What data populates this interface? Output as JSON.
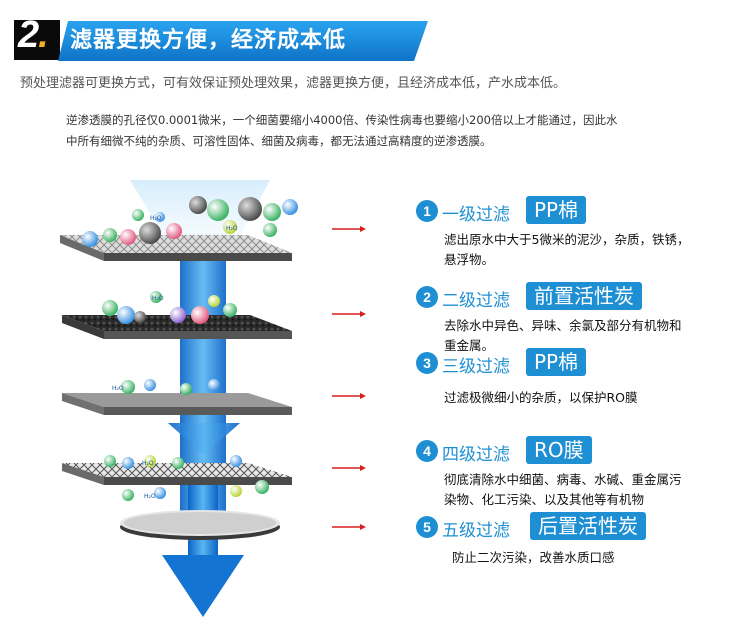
{
  "header": {
    "number": "2",
    "number_dot": ".",
    "title": "滤器更换方便，经济成本低"
  },
  "subtitle": "预处理滤器可更换方式，可有效保证预处理效果，滤器更换方便，且经济成本低，产水成本低。",
  "paragraph": {
    "line1": "逆渗透膜的孔径仅0.0001微米，一个细菌要缩小4000倍、传染性病毒也要缩小200倍以上才能通过，因此水",
    "line2": "中所有细微不纯的杂质、可溶性固体、细菌及病毒，都无法通过高精度的逆渗透膜。"
  },
  "diagram": {
    "molecule_label": "H₂O"
  },
  "steps": [
    {
      "num": "1",
      "level": "一级过滤",
      "name": "PP棉",
      "desc1": "滤出原水中大于5微米的泥沙，杂质，铁锈，",
      "desc2": "悬浮物。"
    },
    {
      "num": "2",
      "level": "二级过滤",
      "name": "前置活性炭",
      "desc1": "去除水中异色、异味、余氯及部分有机物和",
      "desc2": "重金属。"
    },
    {
      "num": "3",
      "level": "三级过滤",
      "name": "PP棉",
      "desc1": "过滤极微细小的杂质，以保护RO膜",
      "desc2": ""
    },
    {
      "num": "4",
      "level": "四级过滤",
      "name": "RO膜",
      "desc1": "彻底清除水中细菌、病毒、水碱、重金属污",
      "desc2": "染物、化工污染、以及其他等有机物"
    },
    {
      "num": "5",
      "level": "五级过滤",
      "name": "后置活性炭",
      "desc1": "防止二次污染，改善水质口感",
      "desc2": ""
    }
  ],
  "colors": {
    "accent_blue": "#1f8fd4",
    "banner_blue": "#1a8be0",
    "arrow_red": "#d81e1e",
    "number_dot_yellow": "#f2b01e"
  }
}
